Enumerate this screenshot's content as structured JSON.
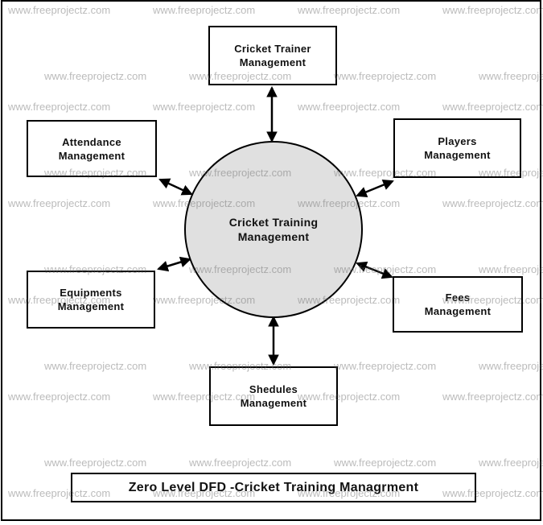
{
  "watermark": {
    "text": "www.freeprojectz.com"
  },
  "diagram": {
    "title": "Zero Level DFD -Cricket Training Managrment",
    "center_process": {
      "line1": "Cricket Training",
      "line2": "Management"
    },
    "entities": [
      {
        "id": "cricket-trainer",
        "line1": "Cricket Trainer",
        "line2": "Management"
      },
      {
        "id": "attendance",
        "line1": "Attendance",
        "line2": "Management"
      },
      {
        "id": "players",
        "line1": "Players",
        "line2": "Management"
      },
      {
        "id": "equipments",
        "line1": "Equipments",
        "line2": "Management"
      },
      {
        "id": "fees",
        "line1": "Fees",
        "line2": "Management"
      },
      {
        "id": "shedules",
        "line1": "Shedules",
        "line2": "Management"
      }
    ],
    "edges": [
      {
        "from": "cricket-trainer",
        "to": "center-process",
        "bidirectional": true
      },
      {
        "from": "attendance",
        "to": "center-process",
        "bidirectional": true
      },
      {
        "from": "players",
        "to": "center-process",
        "bidirectional": true
      },
      {
        "from": "equipments",
        "to": "center-process",
        "bidirectional": true
      },
      {
        "from": "fees",
        "to": "center-process",
        "bidirectional": true
      },
      {
        "from": "shedules",
        "to": "center-process",
        "bidirectional": true
      }
    ],
    "colors": {
      "process_fill": "#e0e0e0",
      "stroke": "#000000",
      "watermark": "#b2b2b2",
      "background": "#ffffff"
    }
  }
}
